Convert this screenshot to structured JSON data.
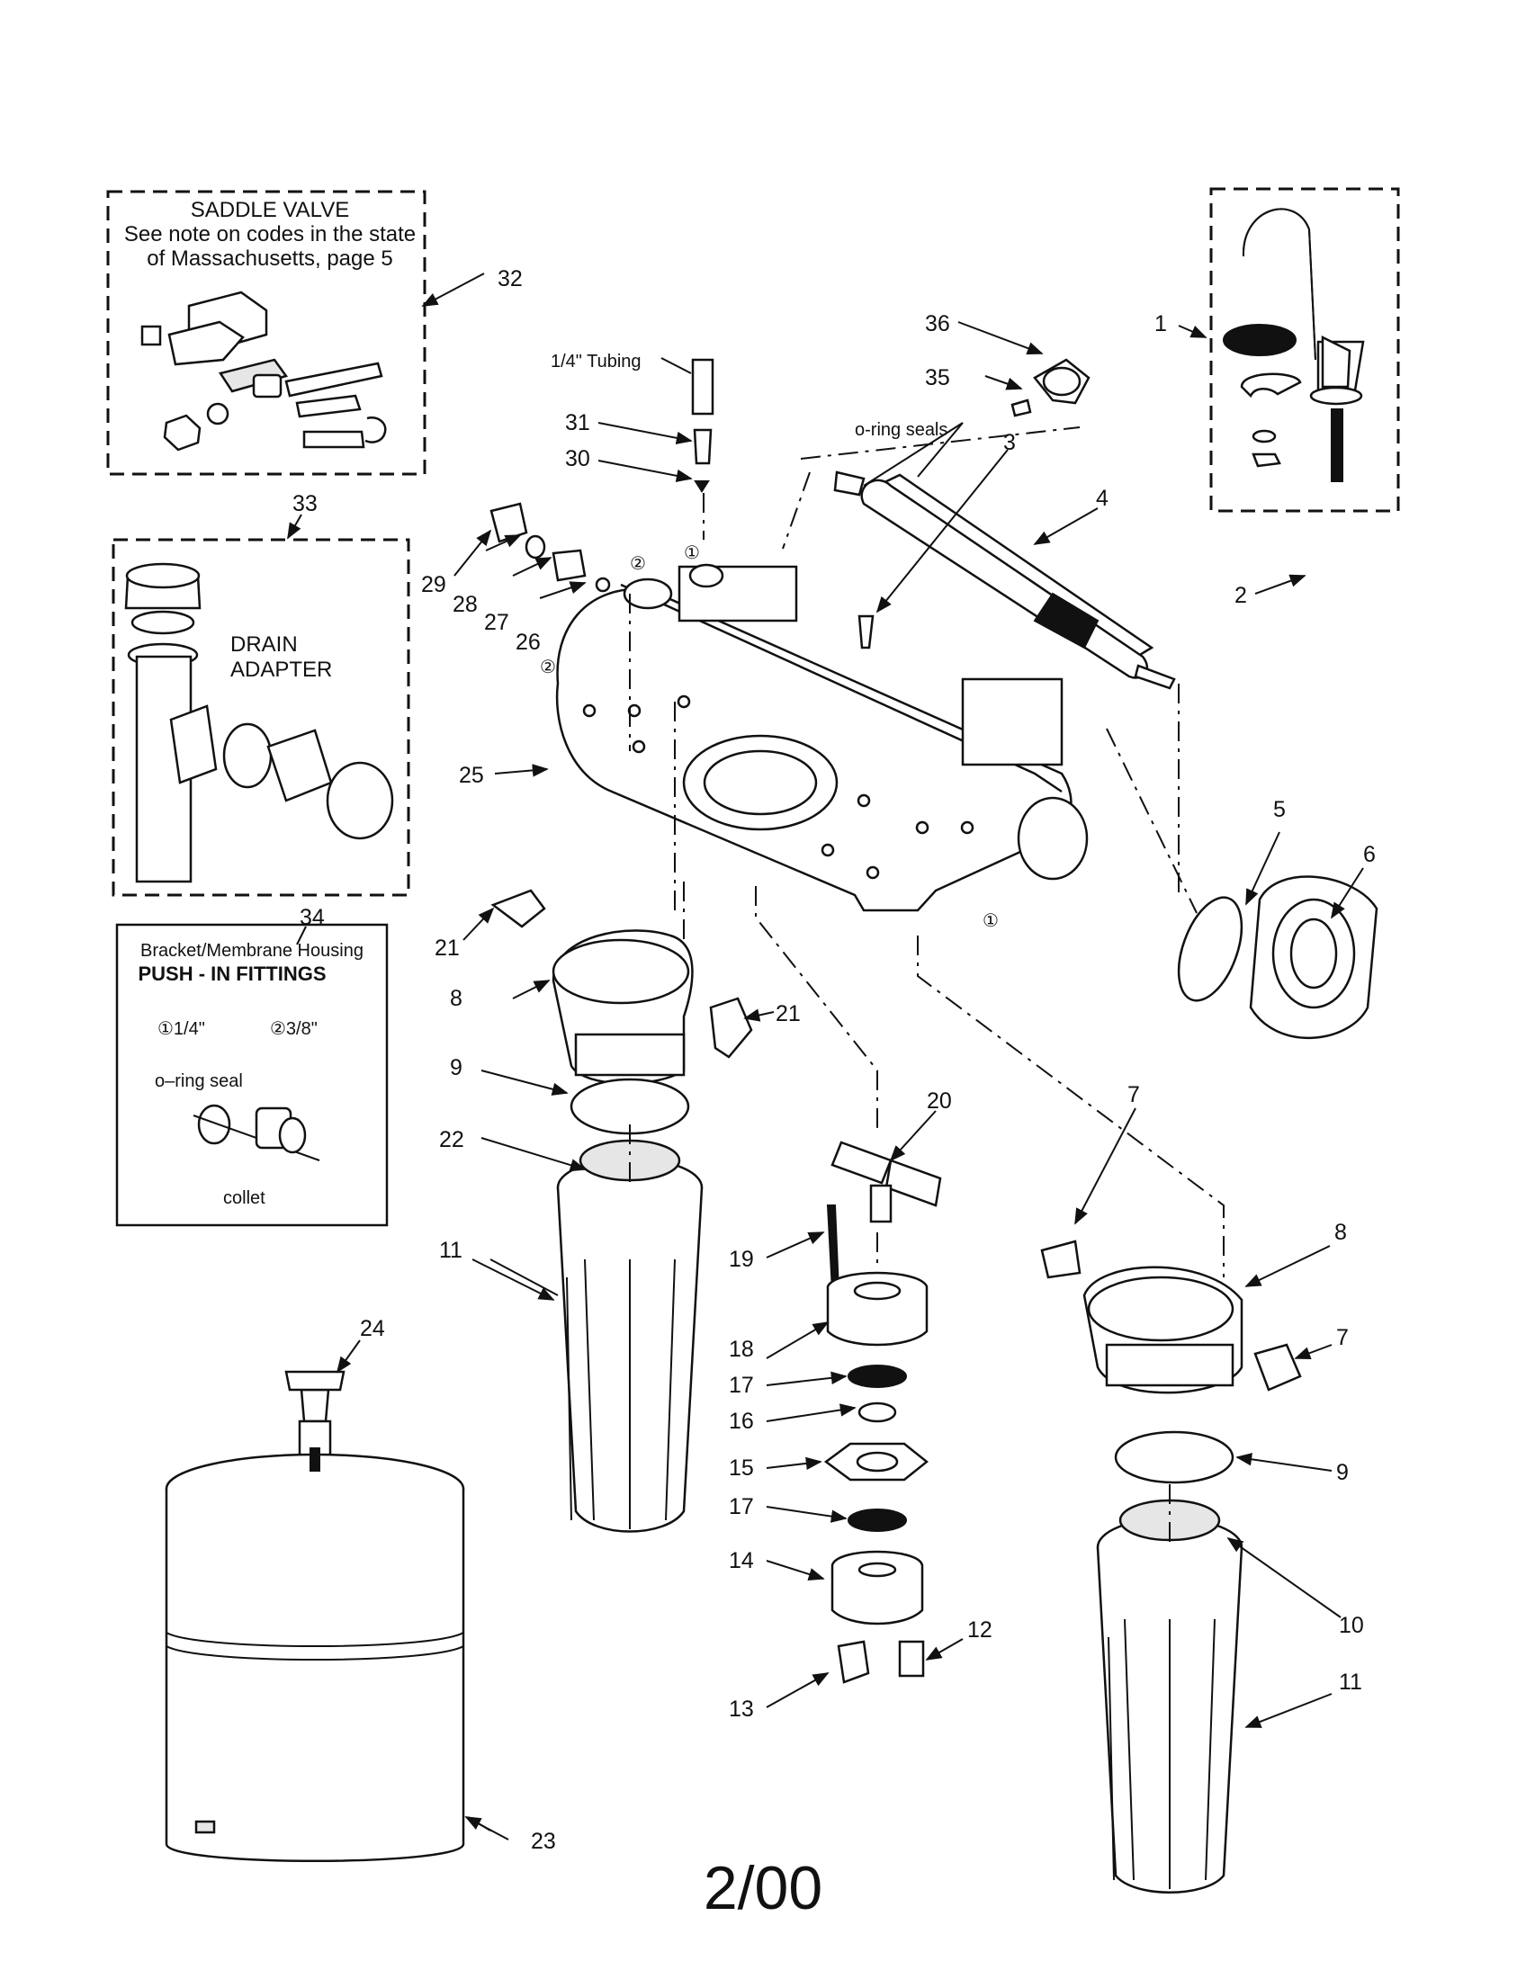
{
  "boxes": {
    "saddle_valve": {
      "title": "SADDLE VALVE",
      "line2": "See note on codes in the state",
      "line3": "of Massachusetts, page 5"
    },
    "drain_adapter": {
      "line1": "DRAIN",
      "line2": "ADAPTER"
    },
    "membrane_housing": {
      "title": "Bracket/Membrane Housing",
      "subtitle": "PUSH - IN  FITTINGS",
      "fit1": "①1/4\"",
      "fit2": "②3/8\"",
      "oring": "o–ring seal",
      "collet": "collet"
    }
  },
  "notes": {
    "tubing": "1/4\" Tubing",
    "oring_seals": "o-ring seals",
    "c1a": "①",
    "c1b": "①",
    "c2a": "②",
    "c2b": "②"
  },
  "callouts": {
    "n1": "1",
    "n2": "2",
    "n3": "3",
    "n4": "4",
    "n5": "5",
    "n6": "6",
    "n7a": "7",
    "n7b": "7",
    "n8a": "8",
    "n8b": "8",
    "n9a": "9",
    "n9b": "9",
    "n10": "10",
    "n11a": "11",
    "n11b": "11",
    "n12": "12",
    "n13": "13",
    "n14": "14",
    "n15": "15",
    "n16": "16",
    "n17a": "17",
    "n17b": "17",
    "n18": "18",
    "n19": "19",
    "n20": "20",
    "n21a": "21",
    "n21b": "21",
    "n22": "22",
    "n23": "23",
    "n24": "24",
    "n25": "25",
    "n26": "26",
    "n27": "27",
    "n28": "28",
    "n29": "29",
    "n30": "30",
    "n31": "31",
    "n32": "32",
    "n33": "33",
    "n34": "34",
    "n35": "35",
    "n36": "36"
  },
  "footer": {
    "revision": "2/00"
  }
}
